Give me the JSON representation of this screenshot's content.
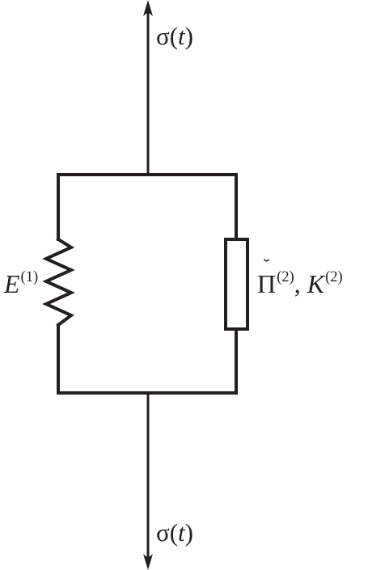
{
  "labels": {
    "stress_top": {
      "sigma": "σ",
      "arg": "(",
      "t": "t",
      "close": ")"
    },
    "stress_bottom": {
      "sigma": "σ",
      "arg": "(",
      "t": "t",
      "close": ")"
    },
    "spring": {
      "symbol": "E",
      "superscript": "(1)"
    },
    "dashpot": {
      "symbol_pi": "Π",
      "breve": "˘",
      "superscript_pi": "(2)",
      "separator": ", ",
      "symbol_k": "K",
      "superscript_k": "(2)"
    }
  },
  "colors": {
    "stroke": "#231f20",
    "background": "#ffffff"
  }
}
